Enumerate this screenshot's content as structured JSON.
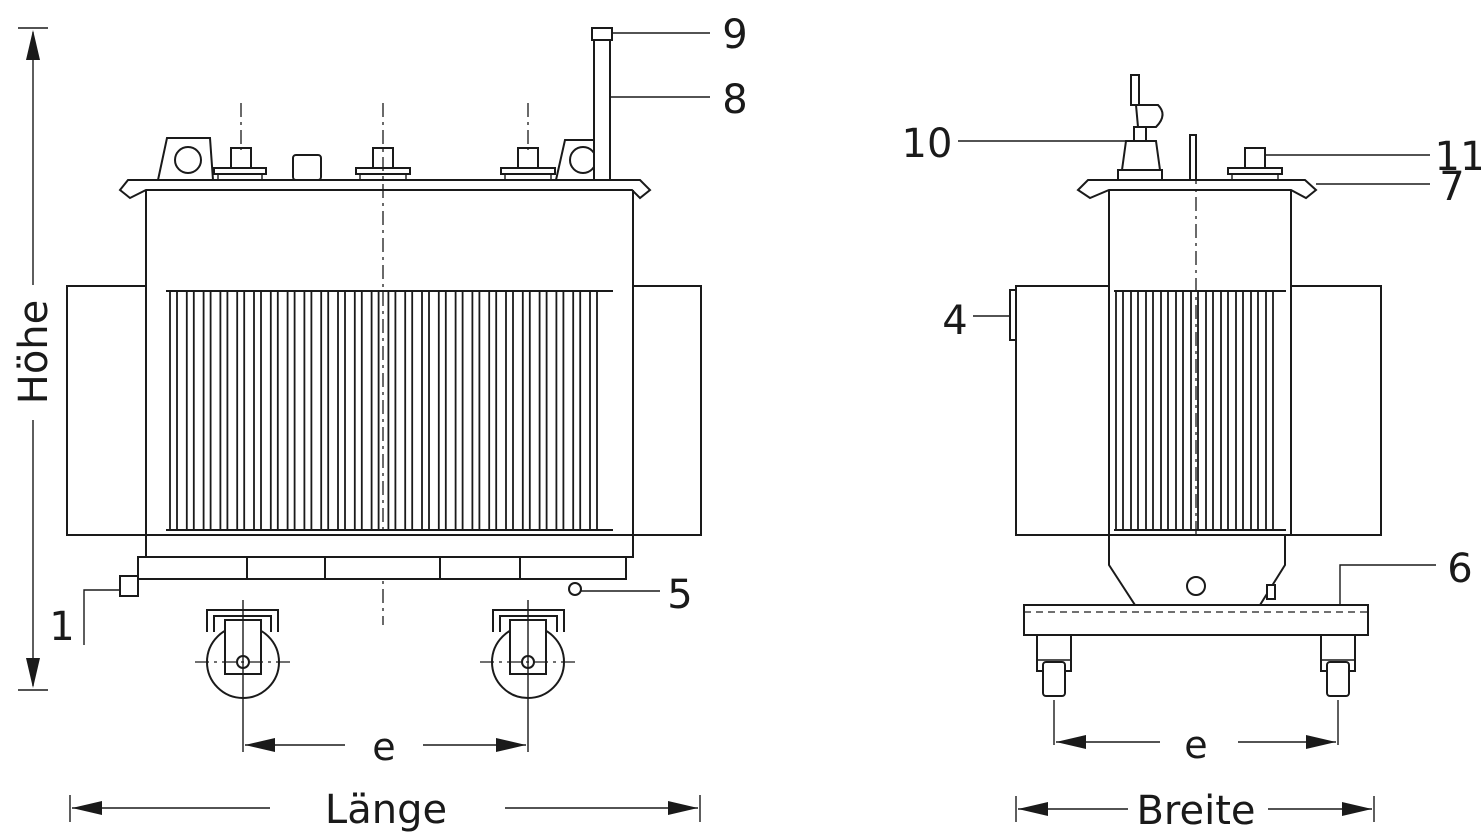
{
  "dimensions": {
    "height_label": "Höhe",
    "length_label": "Länge",
    "width_label": "Breite",
    "wheelbase_label_front": "e",
    "wheelbase_label_side": "e"
  },
  "callouts": [
    {
      "id": "1",
      "text": "1"
    },
    {
      "id": "4",
      "text": "4"
    },
    {
      "id": "5",
      "text": "5"
    },
    {
      "id": "6",
      "text": "6"
    },
    {
      "id": "7",
      "text": "7"
    },
    {
      "id": "8",
      "text": "8"
    },
    {
      "id": "9",
      "text": "9"
    },
    {
      "id": "10",
      "text": "10"
    },
    {
      "id": "11",
      "text": "11"
    }
  ],
  "colors": {
    "line": "#1a1a1a",
    "background": "#ffffff"
  }
}
